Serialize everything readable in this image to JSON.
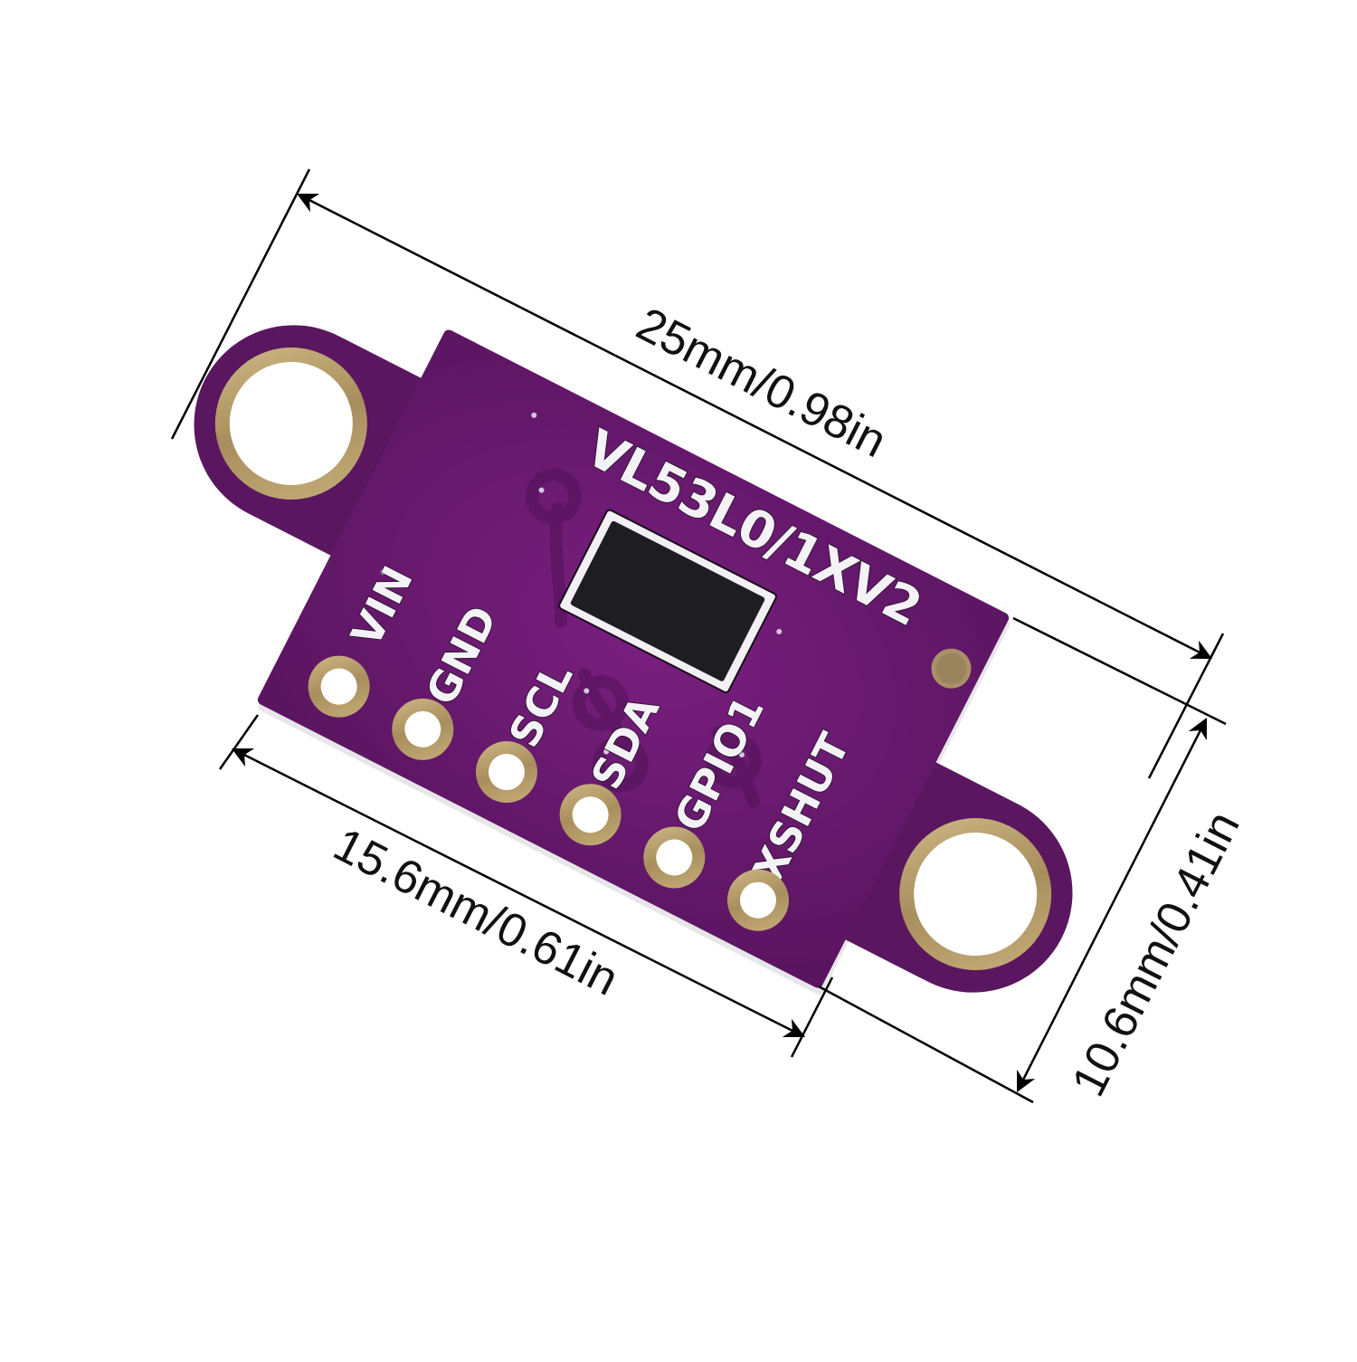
{
  "board": {
    "model_label": "VL53L0/1XV2",
    "pins": [
      {
        "label": "VIN"
      },
      {
        "label": "GND"
      },
      {
        "label": "SCL"
      },
      {
        "label": "SDA"
      },
      {
        "label": "GPIO1"
      },
      {
        "label": "XSHUT"
      }
    ],
    "colors": {
      "pcb": "#6a1a6e",
      "pcb_dark": "#4e1252",
      "copper": "#b8a070",
      "silkscreen": "#f4f2f6",
      "sensor": "#1e1e22"
    }
  },
  "dimensions": {
    "length": "25mm/0.98in",
    "pin_span": "15.6mm/0.61in",
    "width": "10.6mm/0.41in"
  }
}
